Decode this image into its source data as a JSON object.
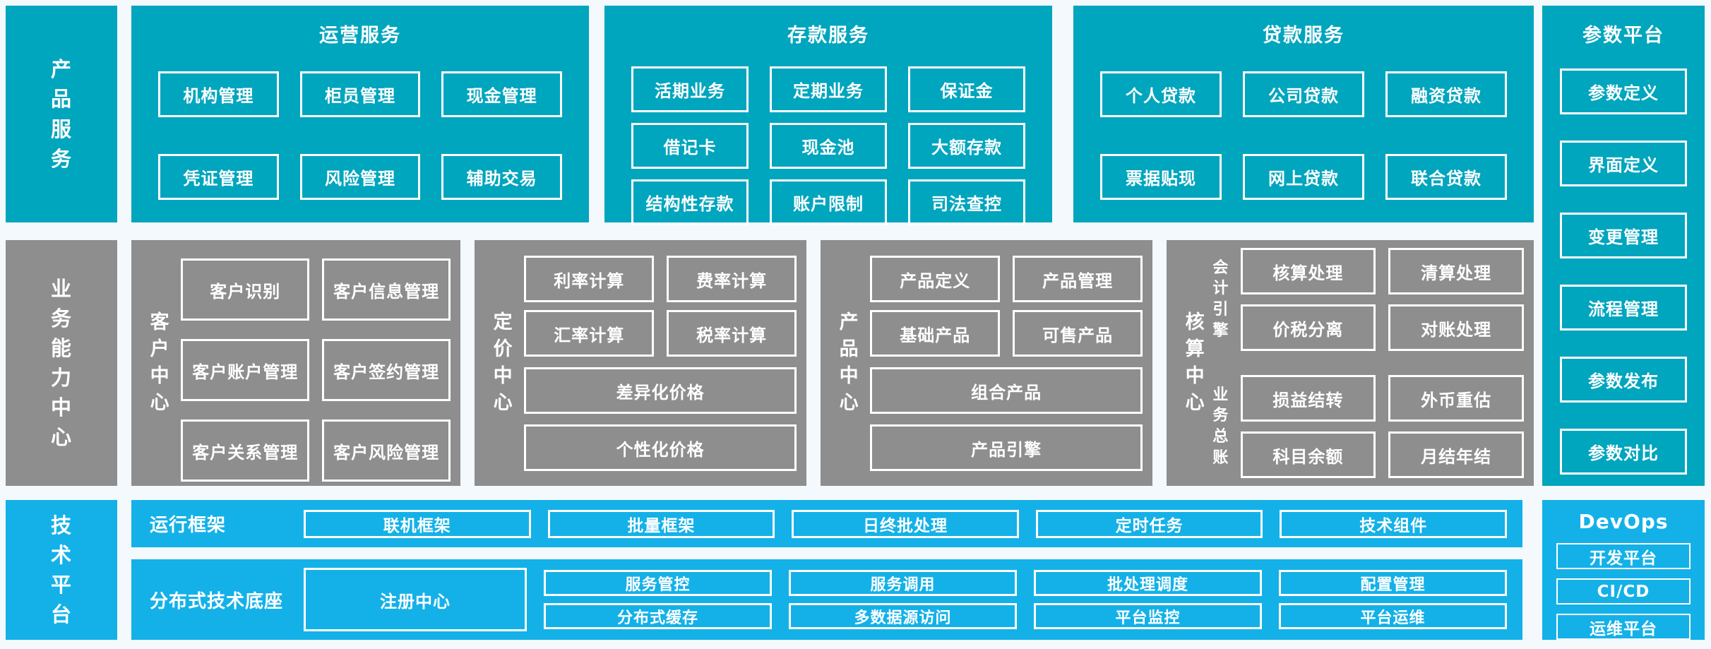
{
  "palette": {
    "teal": "#00a5be",
    "blue": "#14b1e8",
    "gray": "#8e8e8e",
    "page_bg": "#f3f9fc",
    "box_border": "#ffffff"
  },
  "product_services": {
    "label": "产品服务",
    "operation": {
      "title": "运营服务",
      "items": [
        "机构管理",
        "柜员管理",
        "现金管理",
        "凭证管理",
        "风险管理",
        "辅助交易"
      ]
    },
    "deposit": {
      "title": "存款服务",
      "items": [
        "活期业务",
        "定期业务",
        "保证金",
        "借记卡",
        "现金池",
        "大额存款",
        "结构性存款",
        "账户限制",
        "司法查控"
      ]
    },
    "loan": {
      "title": "贷款服务",
      "items": [
        "个人贷款",
        "公司贷款",
        "融资贷款",
        "票据贴现",
        "网上贷款",
        "联合贷款"
      ]
    }
  },
  "parameter_platform": {
    "title": "参数平台",
    "items": [
      "参数定义",
      "界面定义",
      "变更管理",
      "流程管理",
      "参数发布",
      "参数对比"
    ]
  },
  "business_capability": {
    "label": "业务能力中心",
    "customer": {
      "title": "客户中心",
      "items": [
        "客户识别",
        "客户信息管理",
        "客户账户管理",
        "客户签约管理",
        "客户关系管理",
        "客户风险管理"
      ]
    },
    "pricing": {
      "title": "定价中心",
      "items": [
        "利率计算",
        "费率计算",
        "汇率计算",
        "税率计算"
      ],
      "wide": [
        "差异化价格",
        "个性化价格"
      ]
    },
    "product": {
      "title": "产品中心",
      "items": [
        "产品定义",
        "产品管理",
        "基础产品",
        "可售产品"
      ],
      "wide": [
        "组合产品",
        "产品引擎"
      ]
    },
    "accounting": {
      "title": "核算中心",
      "engine": {
        "label": "会计引擎",
        "items": [
          "核算处理",
          "清算处理",
          "价税分离",
          "对账处理"
        ]
      },
      "ledger": {
        "label": "业务总账",
        "items": [
          "损益结转",
          "外币重估",
          "科目余额",
          "月结年结"
        ]
      }
    }
  },
  "technology_platform": {
    "label": "技术平台",
    "runtime": {
      "title": "运行框架",
      "items": [
        "联机框架",
        "批量框架",
        "日终批处理",
        "定时任务",
        "技术组件"
      ]
    },
    "distributed": {
      "title": "分布式技术底座",
      "registry": "注册中心",
      "services": [
        "服务管控",
        "服务调用",
        "批处理调度",
        "配置管理",
        "分布式缓存",
        "多数据源访问",
        "平台监控",
        "平台运维"
      ]
    }
  },
  "devops": {
    "title": "DevOps",
    "items": [
      "开发平台",
      "CI/CD",
      "运维平台"
    ]
  }
}
